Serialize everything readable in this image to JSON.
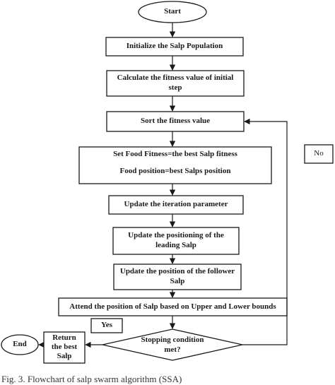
{
  "nodes": {
    "start": "Start",
    "init": "Initialize the Salp Population",
    "calc_line1": "Calculate the fitness value of initial",
    "calc_line2": "step",
    "sort": "Sort the fitness value",
    "setfood_line1": "Set Food Fitness=the best Salp fitness",
    "setfood_line2": "Food position=best Salps position",
    "iter": "Update the iteration parameter",
    "leading_line1": "Update the positioning of the",
    "leading_line2": "leading Salp",
    "follower_line1": "Update the position of the follower",
    "follower_line2": "Salp",
    "attend": "Attend the position of Salp based on Upper and Lower bounds",
    "stop_line1": "Stopping condition",
    "stop_line2": "met?",
    "return_line1": "Return",
    "return_line2": "the best",
    "return_line3": "Salp",
    "end": "End"
  },
  "edges": {
    "no": "No",
    "yes": "Yes"
  },
  "caption": "Fig. 3. Flowchart of salp swarm algorithm (SSA)"
}
